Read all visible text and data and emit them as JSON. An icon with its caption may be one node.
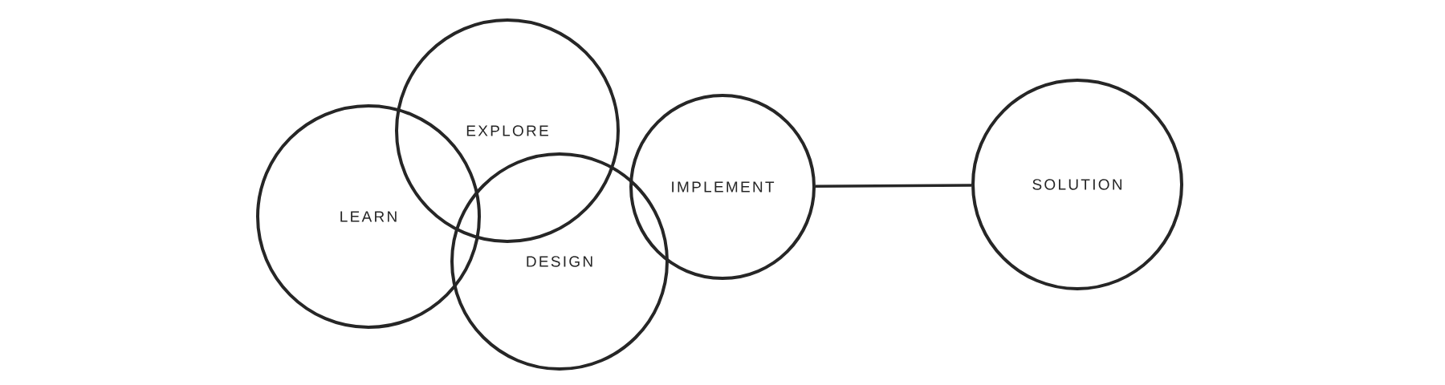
{
  "diagram": {
    "nodes": [
      {
        "text": [
          "LEARN"
        ]
      },
      {
        "text": [
          "EXPLORE"
        ]
      },
      {
        "text": [
          "DESIGN"
        ]
      },
      {
        "text": [
          "IMPLEMENT"
        ]
      },
      {
        "text": [
          "SOLUTION"
        ]
      }
    ],
    "edges": [
      {
        "from": 3,
        "to": 4,
        "arrow": "none"
      }
    ]
  }
}
